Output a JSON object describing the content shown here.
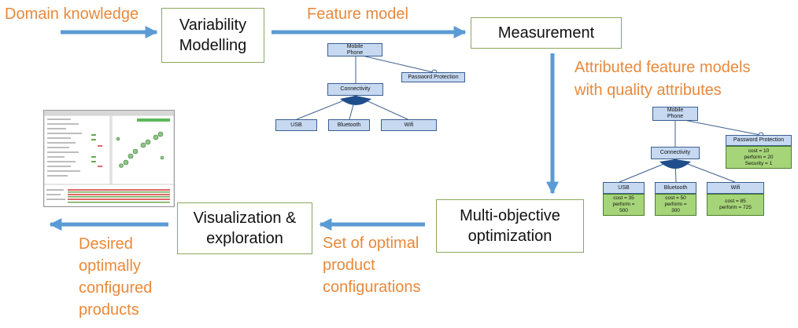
{
  "inputs": {
    "domain_knowledge": "Domain knowledge",
    "feature_model": "Feature model",
    "attributed": "Attributed feature models\nwith quality attributes",
    "optimal_set": "Set of optimal\nproduct\nconfigurations",
    "desired": "Desired\noptimally\nconfigured\nproducts"
  },
  "steps": {
    "variability": "Variability\nModelling",
    "measurement": "Measurement",
    "optimization": "Multi-objective\noptimization",
    "visualization": "Visualization &\nexploration"
  },
  "feature_model": {
    "root": "Mobile\nPhone",
    "password": "Password Protection",
    "connectivity": "Connectivity",
    "usb": "USB",
    "bluetooth": "Bluetooth",
    "wifi": "Wifi"
  },
  "attributed_model": {
    "root": "Mobile\nPhone",
    "password": "Password Protection",
    "password_attrs": [
      "cost = 10",
      "perform = 20",
      "Security = 1"
    ],
    "connectivity": "Connectivity",
    "usb": "USB",
    "usb_attrs": [
      "cost = 35",
      "perform =",
      "500"
    ],
    "bluetooth": "Bluetooth",
    "bluetooth_attrs": [
      "cost = 50",
      "perform =",
      "300"
    ],
    "wifi": "Wifi",
    "wifi_attrs": [
      "cost = 85",
      "perform = 725"
    ]
  },
  "colors": {
    "orange_text": "#e8893b",
    "arrow": "#5b9bd5",
    "box_border": "#8aa85e",
    "feature_fill": "#c6d9f1",
    "attribute_fill": "#a6d479"
  }
}
